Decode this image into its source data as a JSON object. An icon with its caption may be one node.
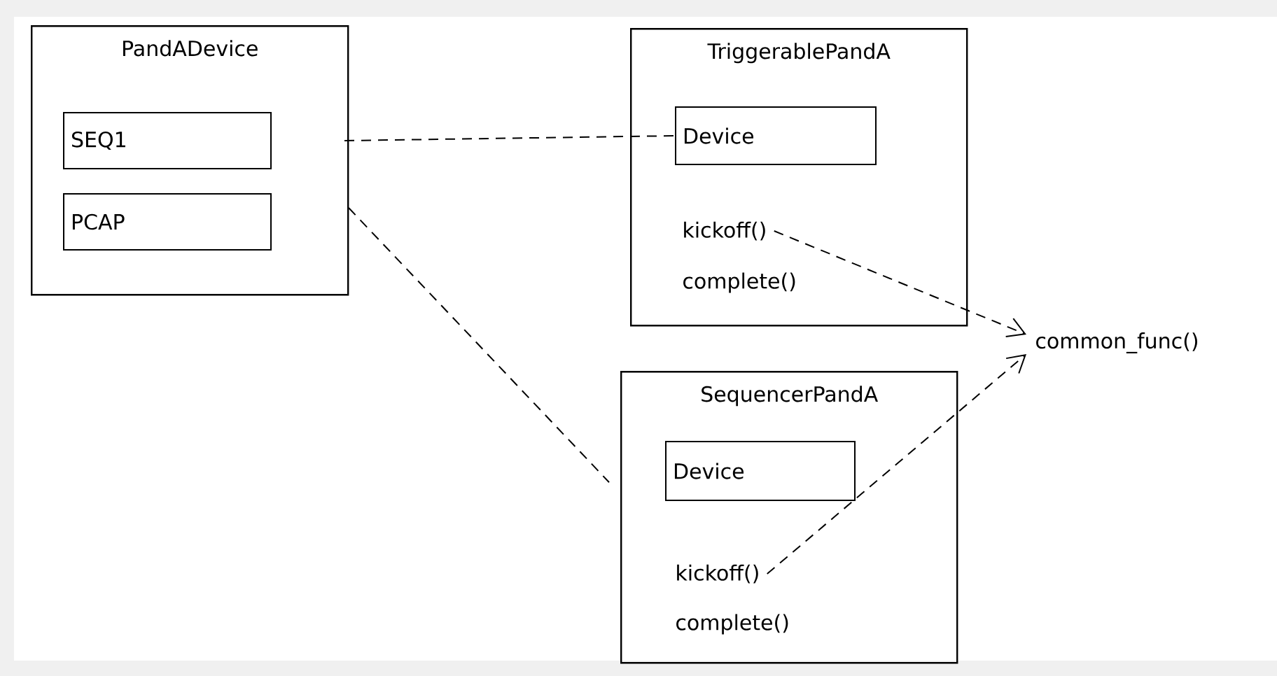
{
  "diagram": {
    "nodes": [
      {
        "text": [
          "PandADevice"
        ]
      },
      {
        "text": [
          "SEQ1"
        ],
        "in": 0
      },
      {
        "text": [
          "PCAP"
        ],
        "in": 0
      },
      {
        "text": [
          "TriggerablePandA"
        ]
      },
      {
        "text": [
          "Device"
        ],
        "in": 3
      },
      {
        "text": [
          "kickoff()"
        ],
        "in": 3
      },
      {
        "text": [
          "complete()"
        ],
        "in": 3
      },
      {
        "text": [
          "SequencerPandA"
        ]
      },
      {
        "text": [
          "Device"
        ],
        "in": 7
      },
      {
        "text": [
          "kickoff()"
        ],
        "in": 7
      },
      {
        "text": [
          "complete()"
        ],
        "in": 7
      },
      {
        "text": [
          "common_func()"
        ]
      }
    ],
    "edges": [
      {
        "from": 1,
        "to": 4,
        "arrow": "none",
        "style": "dashed"
      },
      {
        "from": 2,
        "to": 7,
        "arrow": "none",
        "style": "dashed"
      },
      {
        "from": 5,
        "to": 11,
        "arrow": "to",
        "style": "dashed"
      },
      {
        "from": 9,
        "to": 11,
        "arrow": "to",
        "style": "dashed"
      }
    ]
  }
}
